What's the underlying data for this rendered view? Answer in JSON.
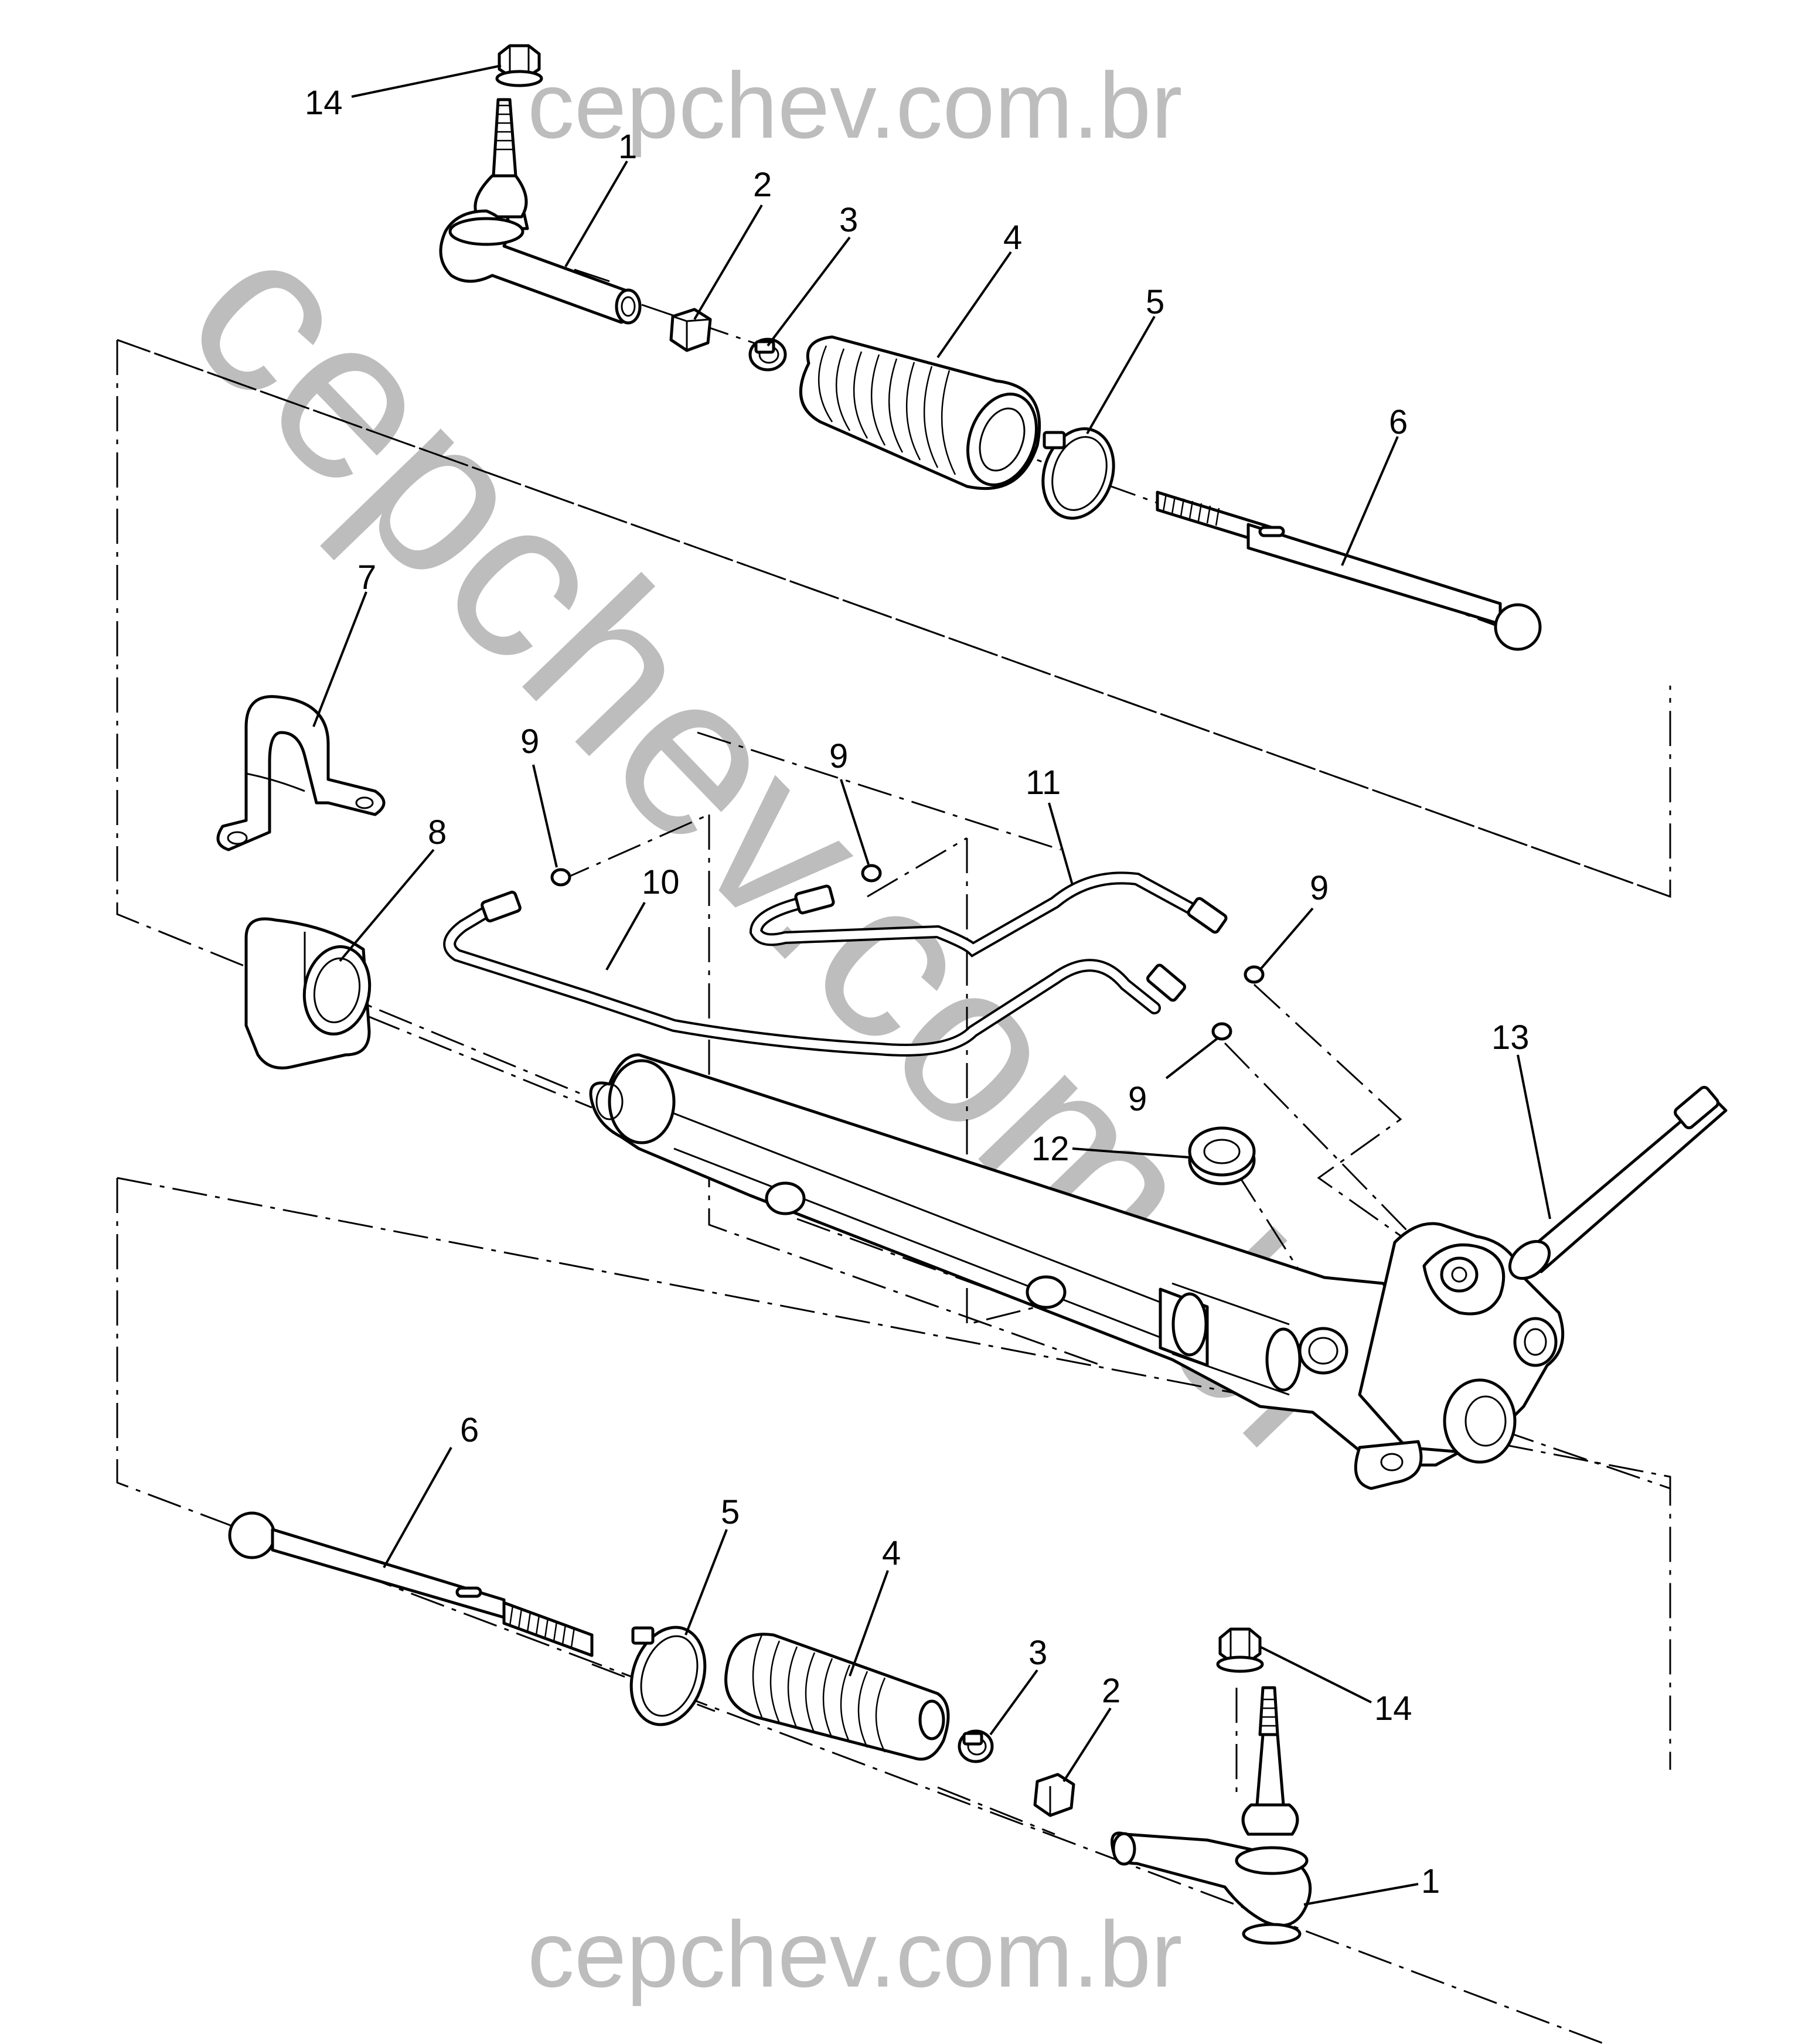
{
  "watermark": {
    "top": "cepchev.com.br",
    "bottom": "cepchev.com.br",
    "diagonal": "cepchev.com.br",
    "color": "#bdbdbd"
  },
  "callouts": {
    "c14_top": "14",
    "c1_top": "1",
    "c2_top": "2",
    "c3_top": "3",
    "c4_top": "4",
    "c5_top": "5",
    "c6_top": "6",
    "c7": "7",
    "c8": "8",
    "c9_a": "9",
    "c9_b": "9",
    "c9_c": "9",
    "c9_d": "9",
    "c10": "10",
    "c11": "11",
    "c12": "12",
    "c13": "13",
    "c6_bottom": "6",
    "c5_bottom": "5",
    "c4_bottom": "4",
    "c3_bottom": "3",
    "c2_bottom": "2",
    "c14_bottom": "14",
    "c1_bottom": "1"
  }
}
